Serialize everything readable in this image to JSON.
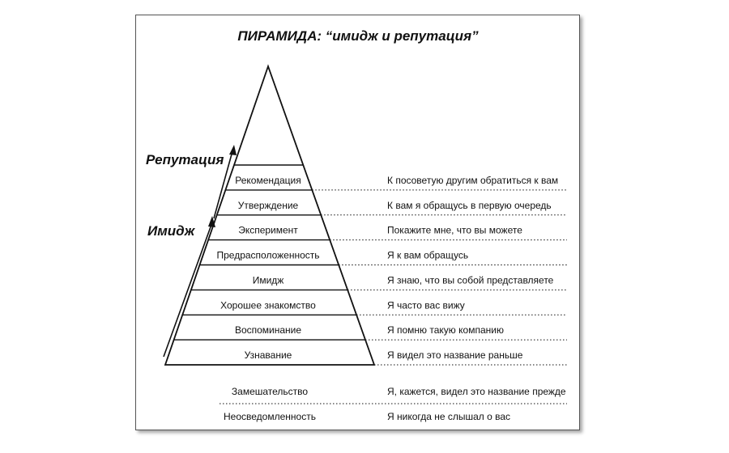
{
  "title": "ПИРАМИДА: “имидж и репутация”",
  "side_labels": {
    "reputation": "Репутация",
    "image": "Имидж"
  },
  "levels": [
    {
      "label": "Рекомендация",
      "description": "К посоветую другим обратиться к вам"
    },
    {
      "label": "Утверждение",
      "description": "К вам я обращусь в первую очередь"
    },
    {
      "label": "Эксперимент",
      "description": "Покажите мне, что вы можете"
    },
    {
      "label": "Предрасположенность",
      "description": "Я к вам обращусь"
    },
    {
      "label": "Имидж",
      "description": "Я знаю, что вы собой представляете"
    },
    {
      "label": "Хорошее знакомство",
      "description": "Я часто вас вижу"
    },
    {
      "label": "Воспоминание",
      "description": "Я помню такую компанию"
    },
    {
      "label": "Узнавание",
      "description": "Я видел это название раньше"
    }
  ],
  "below_levels": [
    {
      "label": "Замешательство",
      "description": "Я, кажется, видел это название прежде"
    },
    {
      "label": "Неосведомленность",
      "description": "Я никогда не слышал о вас"
    }
  ],
  "colors": {
    "line": "#111111",
    "text": "#111111"
  }
}
